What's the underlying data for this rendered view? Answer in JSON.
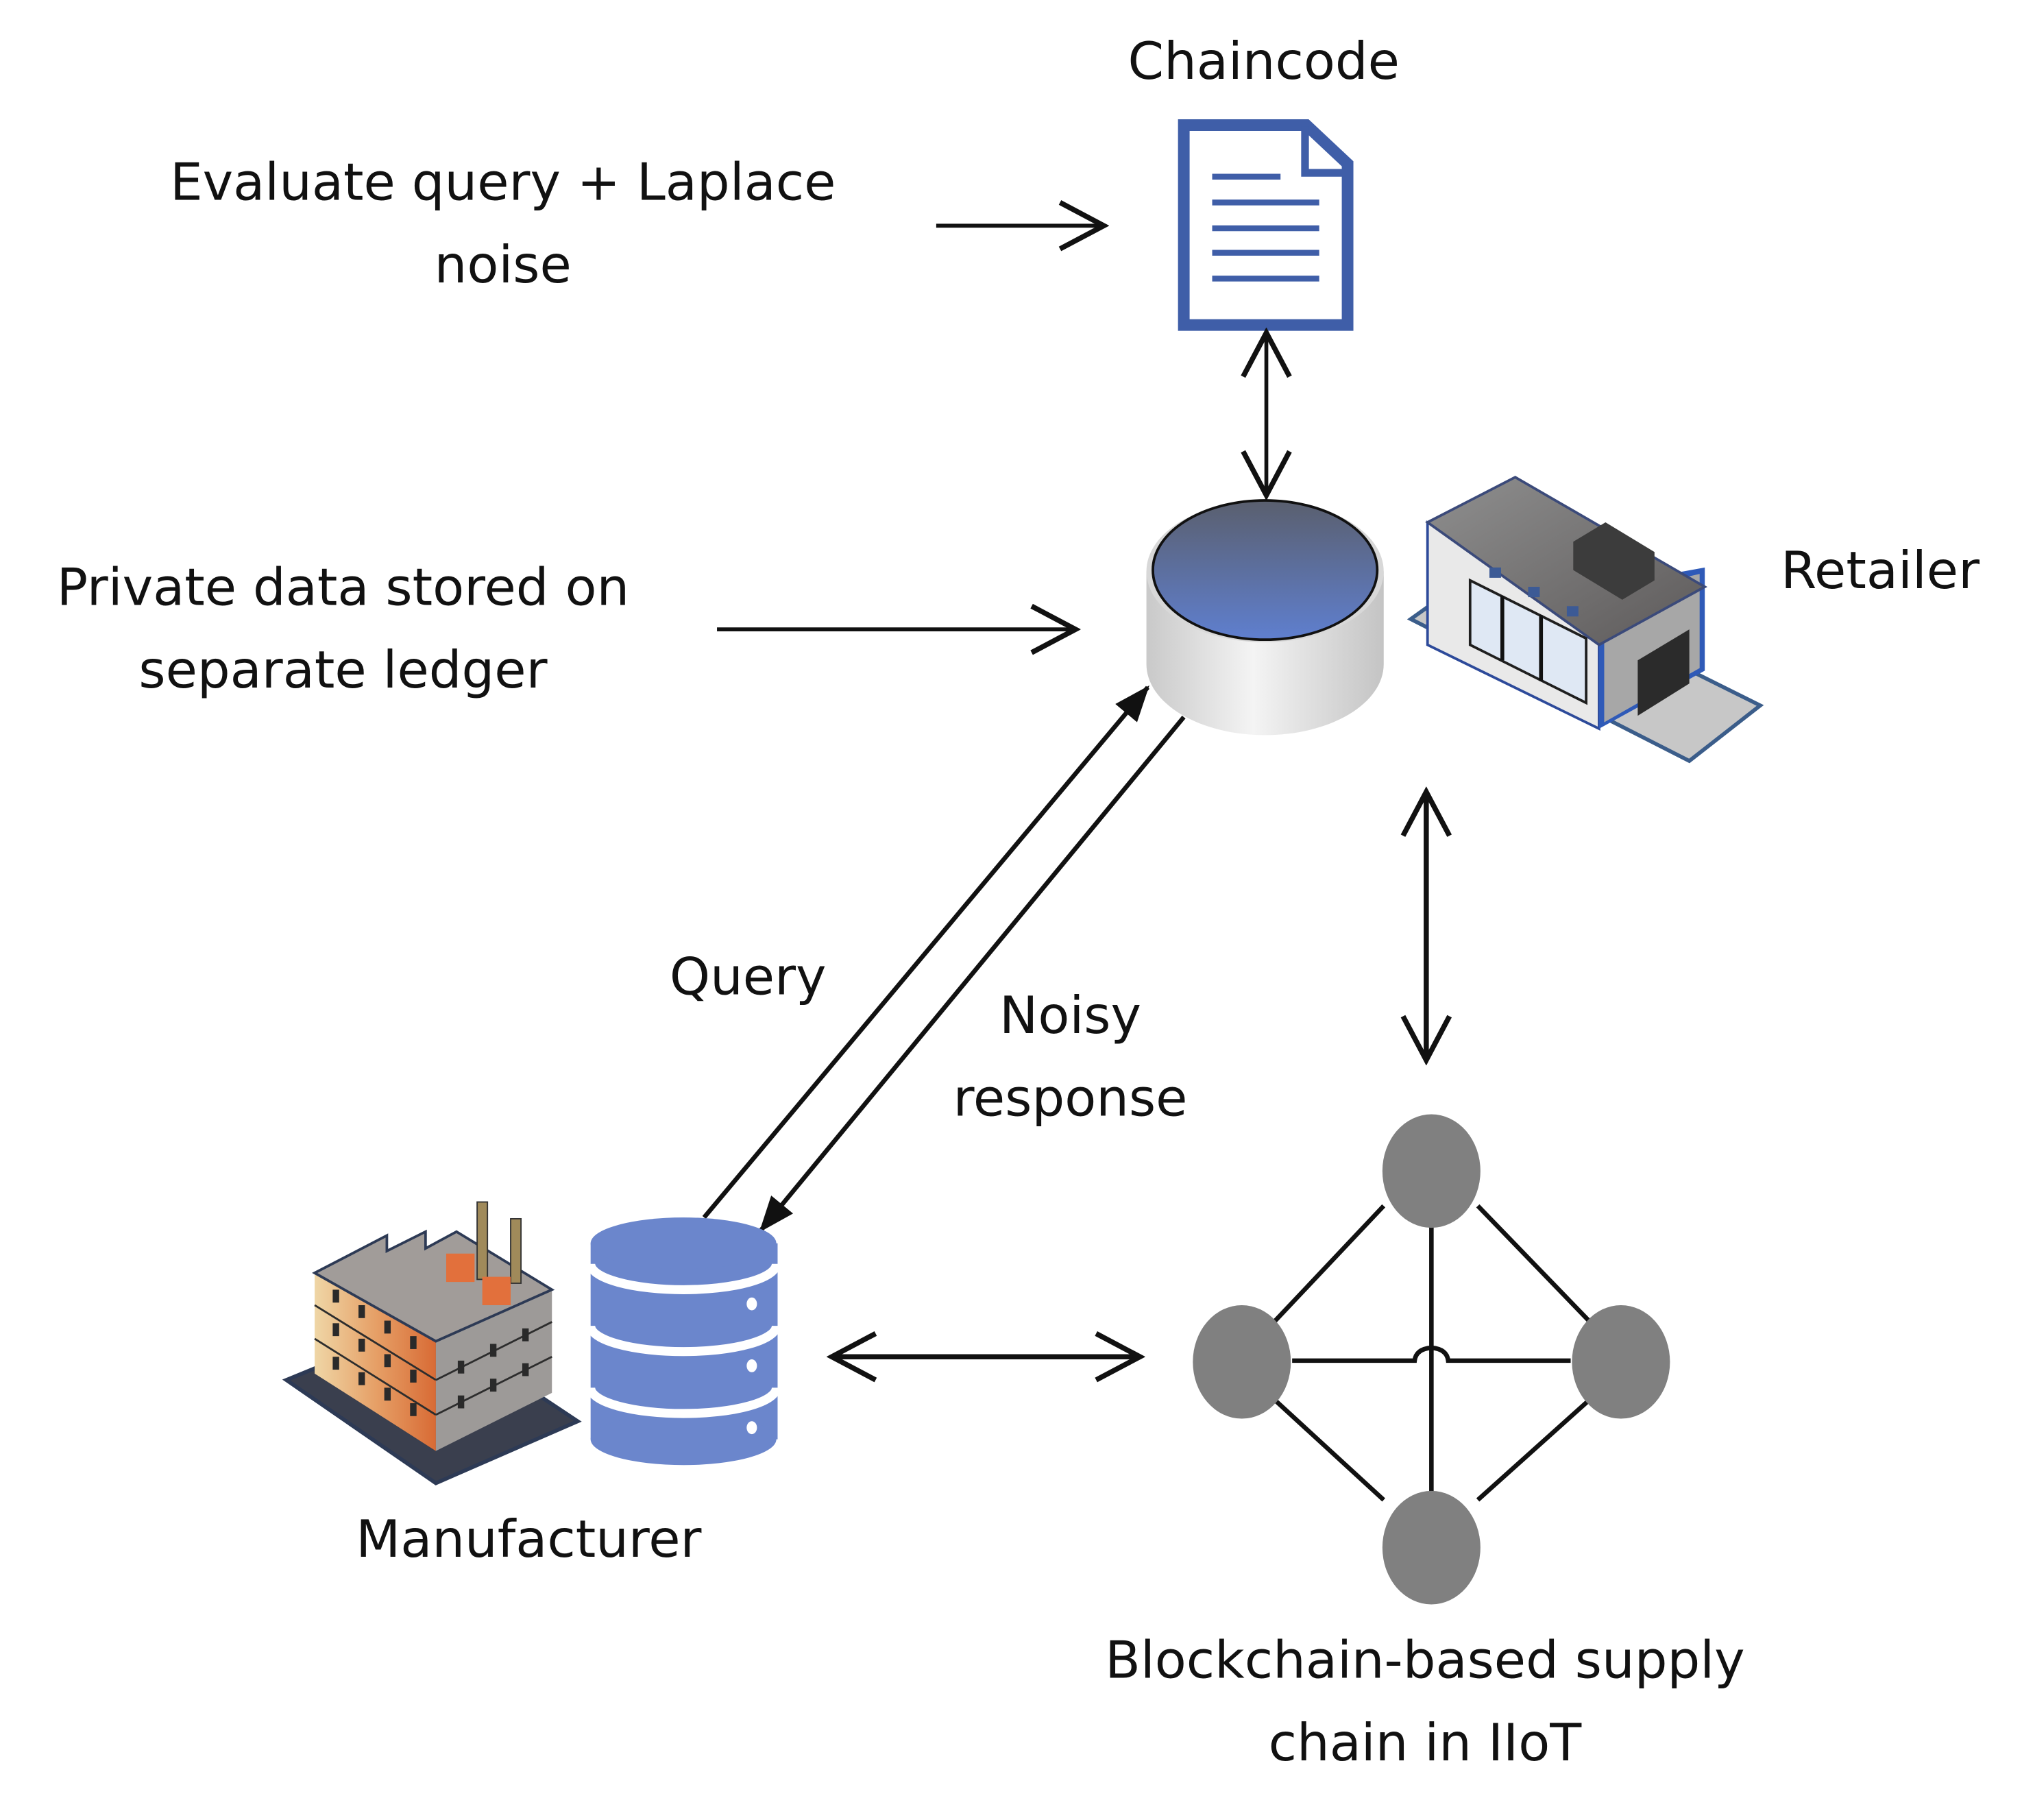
{
  "diagram": {
    "title": "Private data sharing via differential privacy in blockchain-based IIoT supply chain",
    "labels": {
      "chaincode": "Chaincode",
      "evaluate_line1": "Evaluate query + Laplace",
      "evaluate_line2": "noise",
      "private_line1": "Private data stored on",
      "private_line2": "separate ledger",
      "retailer": "Retailer",
      "query": "Query",
      "noisy_line1": "Noisy",
      "noisy_line2": "response",
      "manufacturer": "Manufacturer",
      "blockchain_line1": "Blockchain-based supply",
      "blockchain_line2": "chain in IIoT"
    },
    "nodes": [
      {
        "id": "chaincode",
        "icon": "document-icon"
      },
      {
        "id": "private-ledger",
        "icon": "database-cylinder-icon"
      },
      {
        "id": "retailer",
        "icon": "retail-building-icon"
      },
      {
        "id": "manufacturer",
        "icon": "factory-icon"
      },
      {
        "id": "manufacturer-db",
        "icon": "database-stack-icon"
      },
      {
        "id": "blockchain-network",
        "icon": "network-graph-icon"
      }
    ],
    "edges": [
      {
        "from": "evaluate-label",
        "to": "chaincode",
        "direction": "forward"
      },
      {
        "from": "private-label",
        "to": "private-ledger",
        "direction": "forward"
      },
      {
        "from": "chaincode",
        "to": "private-ledger",
        "direction": "both"
      },
      {
        "from": "manufacturer-db",
        "to": "private-ledger",
        "label": "Query",
        "direction": "forward"
      },
      {
        "from": "private-ledger",
        "to": "manufacturer-db",
        "label": "Noisy response",
        "direction": "forward"
      },
      {
        "from": "retailer",
        "to": "blockchain-network",
        "direction": "both"
      },
      {
        "from": "manufacturer-db",
        "to": "blockchain-network",
        "direction": "both"
      }
    ],
    "colors": {
      "doc_blue": "#3f5ea8",
      "db_blue": "#6b86cc",
      "node_gray": "#808080",
      "line": "#111111"
    }
  }
}
